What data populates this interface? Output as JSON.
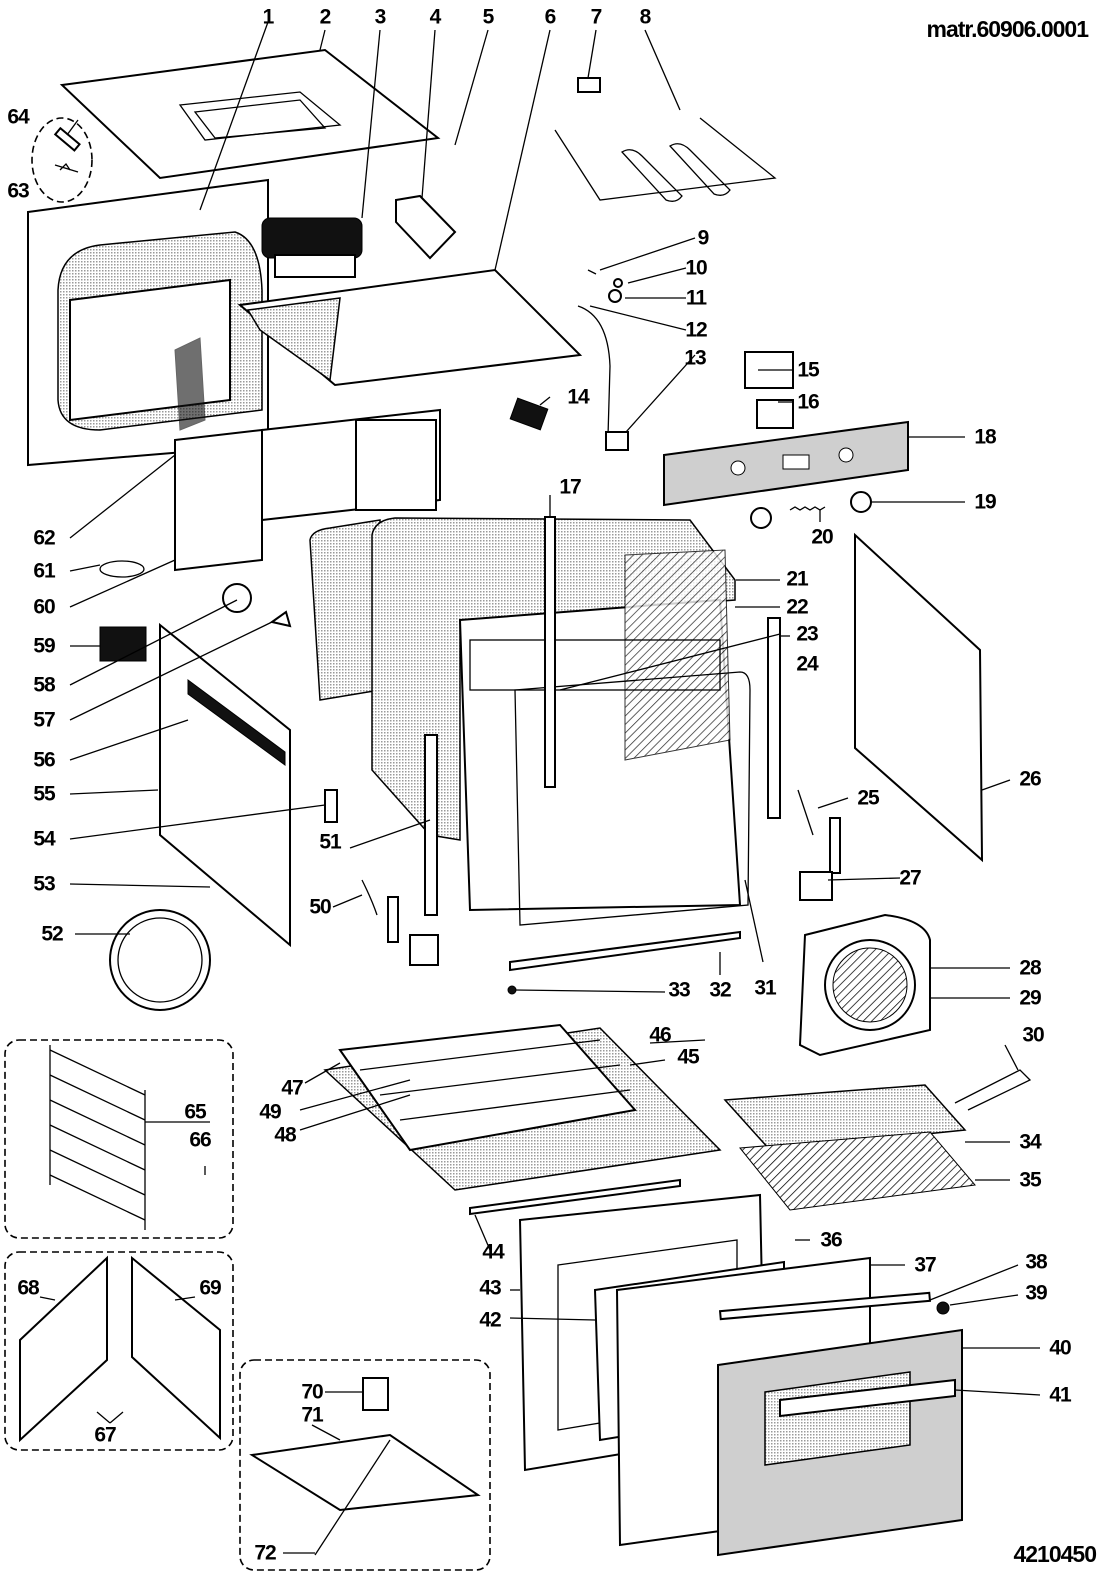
{
  "title": "Oven exploded parts diagram",
  "header": {
    "matr_code": "matr.60906.0001",
    "drawing_number": "4210450"
  },
  "callouts": [
    {
      "id": "1",
      "label": "1"
    },
    {
      "id": "2",
      "label": "2"
    },
    {
      "id": "3",
      "label": "3"
    },
    {
      "id": "4",
      "label": "4"
    },
    {
      "id": "5",
      "label": "5"
    },
    {
      "id": "6",
      "label": "6"
    },
    {
      "id": "7",
      "label": "7"
    },
    {
      "id": "8",
      "label": "8"
    },
    {
      "id": "9",
      "label": "9"
    },
    {
      "id": "10",
      "label": "10"
    },
    {
      "id": "11",
      "label": "11"
    },
    {
      "id": "12",
      "label": "12"
    },
    {
      "id": "13",
      "label": "13"
    },
    {
      "id": "14",
      "label": "14"
    },
    {
      "id": "15",
      "label": "15"
    },
    {
      "id": "16",
      "label": "16"
    },
    {
      "id": "17",
      "label": "17"
    },
    {
      "id": "18",
      "label": "18"
    },
    {
      "id": "19",
      "label": "19"
    },
    {
      "id": "20",
      "label": "20"
    },
    {
      "id": "21",
      "label": "21"
    },
    {
      "id": "22",
      "label": "22"
    },
    {
      "id": "23",
      "label": "23"
    },
    {
      "id": "24",
      "label": "24"
    },
    {
      "id": "25",
      "label": "25"
    },
    {
      "id": "26",
      "label": "26"
    },
    {
      "id": "27",
      "label": "27"
    },
    {
      "id": "28",
      "label": "28"
    },
    {
      "id": "29",
      "label": "29"
    },
    {
      "id": "30",
      "label": "30"
    },
    {
      "id": "31",
      "label": "31"
    },
    {
      "id": "32",
      "label": "32"
    },
    {
      "id": "33",
      "label": "33"
    },
    {
      "id": "34",
      "label": "34"
    },
    {
      "id": "35",
      "label": "35"
    },
    {
      "id": "36",
      "label": "36"
    },
    {
      "id": "37",
      "label": "37"
    },
    {
      "id": "38",
      "label": "38"
    },
    {
      "id": "39",
      "label": "39"
    },
    {
      "id": "40",
      "label": "40"
    },
    {
      "id": "41",
      "label": "41"
    },
    {
      "id": "42",
      "label": "42"
    },
    {
      "id": "43",
      "label": "43"
    },
    {
      "id": "44",
      "label": "44"
    },
    {
      "id": "45",
      "label": "45"
    },
    {
      "id": "46",
      "label": "46"
    },
    {
      "id": "47",
      "label": "47"
    },
    {
      "id": "48",
      "label": "48"
    },
    {
      "id": "49",
      "label": "49"
    },
    {
      "id": "50",
      "label": "50"
    },
    {
      "id": "51",
      "label": "51"
    },
    {
      "id": "52",
      "label": "52"
    },
    {
      "id": "53",
      "label": "53"
    },
    {
      "id": "54",
      "label": "54"
    },
    {
      "id": "55",
      "label": "55"
    },
    {
      "id": "56",
      "label": "56"
    },
    {
      "id": "57",
      "label": "57"
    },
    {
      "id": "58",
      "label": "58"
    },
    {
      "id": "59",
      "label": "59"
    },
    {
      "id": "60",
      "label": "60"
    },
    {
      "id": "61",
      "label": "61"
    },
    {
      "id": "62",
      "label": "62"
    },
    {
      "id": "63",
      "label": "63"
    },
    {
      "id": "64",
      "label": "64"
    },
    {
      "id": "65",
      "label": "65"
    },
    {
      "id": "66",
      "label": "66"
    },
    {
      "id": "67",
      "label": "67"
    },
    {
      "id": "68",
      "label": "68"
    },
    {
      "id": "69",
      "label": "69"
    },
    {
      "id": "70",
      "label": "70"
    },
    {
      "id": "71",
      "label": "71"
    },
    {
      "id": "72",
      "label": "72"
    }
  ],
  "optional_groups": [
    {
      "name": "side-rack-kit",
      "parts": [
        "65",
        "66"
      ]
    },
    {
      "name": "catalytic-panels-kit",
      "parts": [
        "67",
        "68",
        "69"
      ]
    },
    {
      "name": "rotisserie-kit",
      "parts": [
        "70",
        "71",
        "72"
      ]
    }
  ]
}
